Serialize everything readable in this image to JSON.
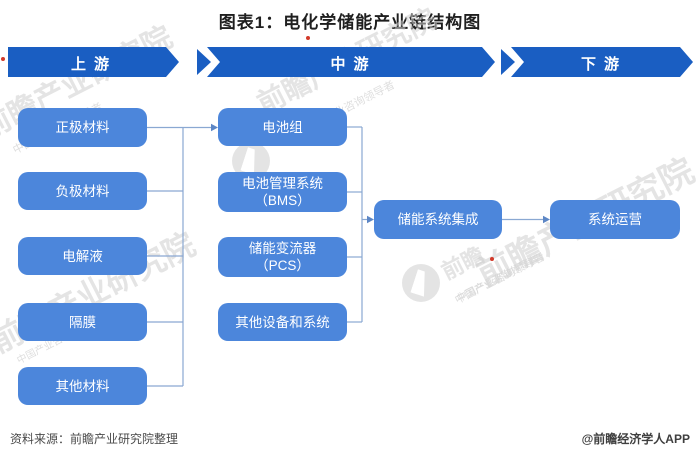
{
  "title": "图表1：电化学储能产业链结构图",
  "banners": [
    {
      "label": "上游"
    },
    {
      "label": "中游"
    },
    {
      "label": "下游"
    }
  ],
  "upstream_boxes": [
    "正极材料",
    "负极材料",
    "电解液",
    "隔膜",
    "其他材料"
  ],
  "midstream_boxes": [
    [
      "电池组"
    ],
    [
      "电池管理系统",
      "（BMS）"
    ],
    [
      "储能变流器",
      "（PCS）"
    ],
    [
      "其他设备和系统"
    ]
  ],
  "integration_box": "储能系统集成",
  "downstream_box": "系统运营",
  "footer": {
    "source": "资料来源：前瞻产业研究院整理",
    "credit": "@前瞻经济学人APP"
  },
  "watermark": {
    "brand": "前瞻产业研究院",
    "tagline": "中国产业咨询领导者",
    "brand_short": "前瞻"
  },
  "colors": {
    "banner_blue": "#1a5ec2",
    "box_blue": "#4c86db",
    "connector": "#8aa8d2",
    "arrowhead": "#5c86c5"
  }
}
